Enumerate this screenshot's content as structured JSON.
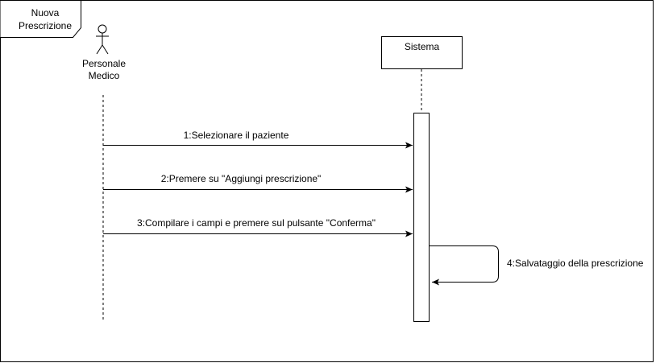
{
  "frame": {
    "title_lines": [
      "Nuova",
      "Prescrizione"
    ]
  },
  "actor": {
    "label_lines": [
      "Personale",
      "Medico"
    ]
  },
  "system": {
    "label": "Sistema"
  },
  "messages": [
    {
      "index": 1,
      "label": "1:Selezionare il paziente"
    },
    {
      "index": 2,
      "label": "2:Premere su \"Aggiungi prescrizione\""
    },
    {
      "index": 3,
      "label": "3:Compilare i campi e premere sul pulsante \"Conferma\""
    },
    {
      "index": 4,
      "label": "4:Salvataggio della prescrizione",
      "self_call": true
    }
  ],
  "colors": {
    "line": "#000000",
    "background": "#ffffff"
  }
}
